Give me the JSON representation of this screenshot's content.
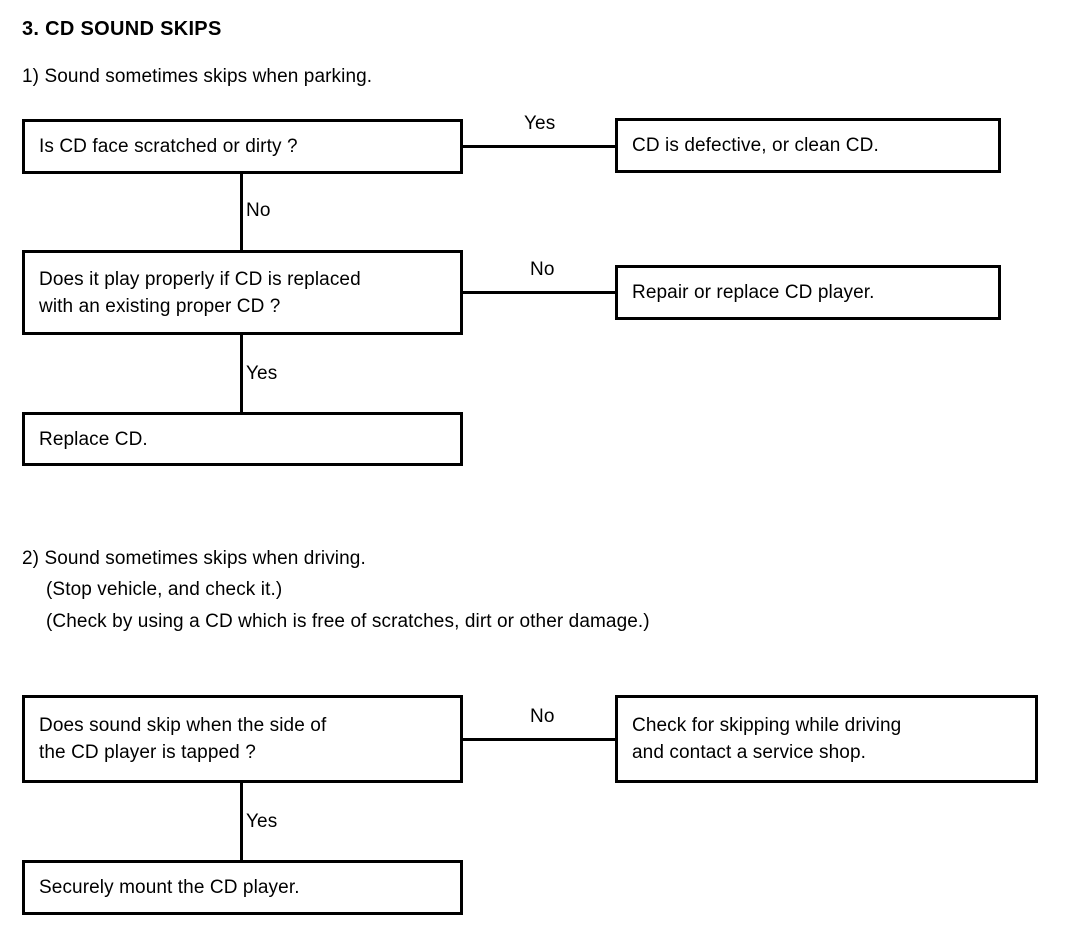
{
  "document": {
    "section_number_title": "3. CD SOUND SKIPS",
    "subsection_1": {
      "heading": "1) Sound sometimes skips when parking.",
      "nodes": {
        "q1_line1": "Is CD face scratched or dirty ?",
        "a1_line1": "CD is defective, or clean CD.",
        "q2_line1": "Does it play properly if CD is replaced",
        "q2_line2": "with an existing proper CD ?",
        "a2_line1": "Repair or replace CD player.",
        "end_line1": "Replace CD."
      },
      "edges": {
        "q1_yes": "Yes",
        "q1_no": "No",
        "q2_no": "No",
        "q2_yes": "Yes"
      }
    },
    "subsection_2": {
      "heading": "2) Sound sometimes skips when driving.",
      "note_line1": "(Stop vehicle, and check it.)",
      "note_line2": "(Check by using a CD which is free of scratches, dirt or other damage.)",
      "nodes": {
        "q3_line1": "Does sound skip when the side of",
        "q3_line2": "the CD player is tapped ?",
        "a3_line1": "Check for skipping while driving",
        "a3_line2": "and contact a service shop.",
        "end_line1": "Securely mount the CD player."
      },
      "edges": {
        "q3_no": "No",
        "q3_yes": "Yes"
      }
    }
  },
  "colors": {
    "ink": "#000000",
    "paper": "#ffffff"
  }
}
